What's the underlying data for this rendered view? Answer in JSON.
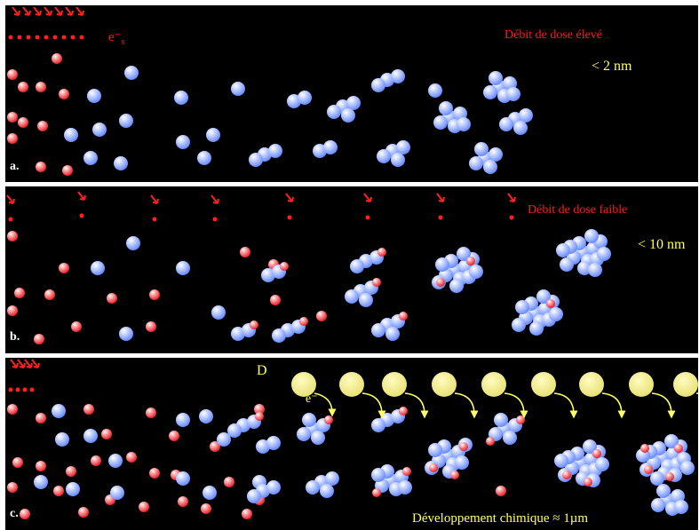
{
  "panels": [
    {
      "id": "a",
      "label": "a.",
      "rate_label": "Débit de dose élevé",
      "size_label": "< 2 nm",
      "electron_label": "e⁻",
      "electron_sub": "s"
    },
    {
      "id": "b",
      "label": "b.",
      "rate_label": "Débit de dose faible",
      "size_label": "< 10 nm"
    },
    {
      "id": "c",
      "label": "c.",
      "developer_label": "D",
      "electron_label": "e⁻",
      "development_label": "Développement chimique ≈ 1µm"
    }
  ],
  "colors": {
    "silver_atom": "#6a8cff",
    "ion": "#e8202a",
    "developer": "#e6e070",
    "arrow": "#ff2020",
    "text_rate": "#ff1a1a",
    "text_size": "#ffff66"
  }
}
